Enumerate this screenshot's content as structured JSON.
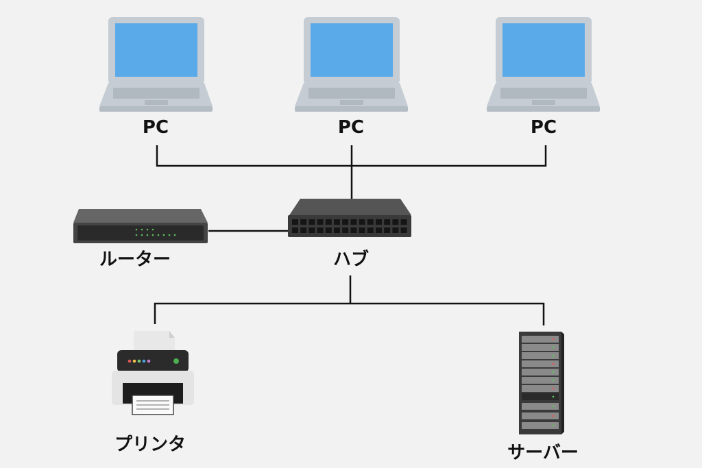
{
  "nodes": {
    "pc_1": {
      "label": "PC"
    },
    "pc_2": {
      "label": "PC"
    },
    "pc_3": {
      "label": "PC"
    },
    "router": {
      "label": "ルーター"
    },
    "hub": {
      "label": "ハブ"
    },
    "printer": {
      "label": "プリンタ"
    },
    "server": {
      "label": "サーバー"
    }
  },
  "colors": {
    "background": "#f2f2f2",
    "laptop_body": "#c5ccd3",
    "laptop_screen": "#5aaaea",
    "device_dark": "#3a3a3a",
    "line": "#111111"
  }
}
